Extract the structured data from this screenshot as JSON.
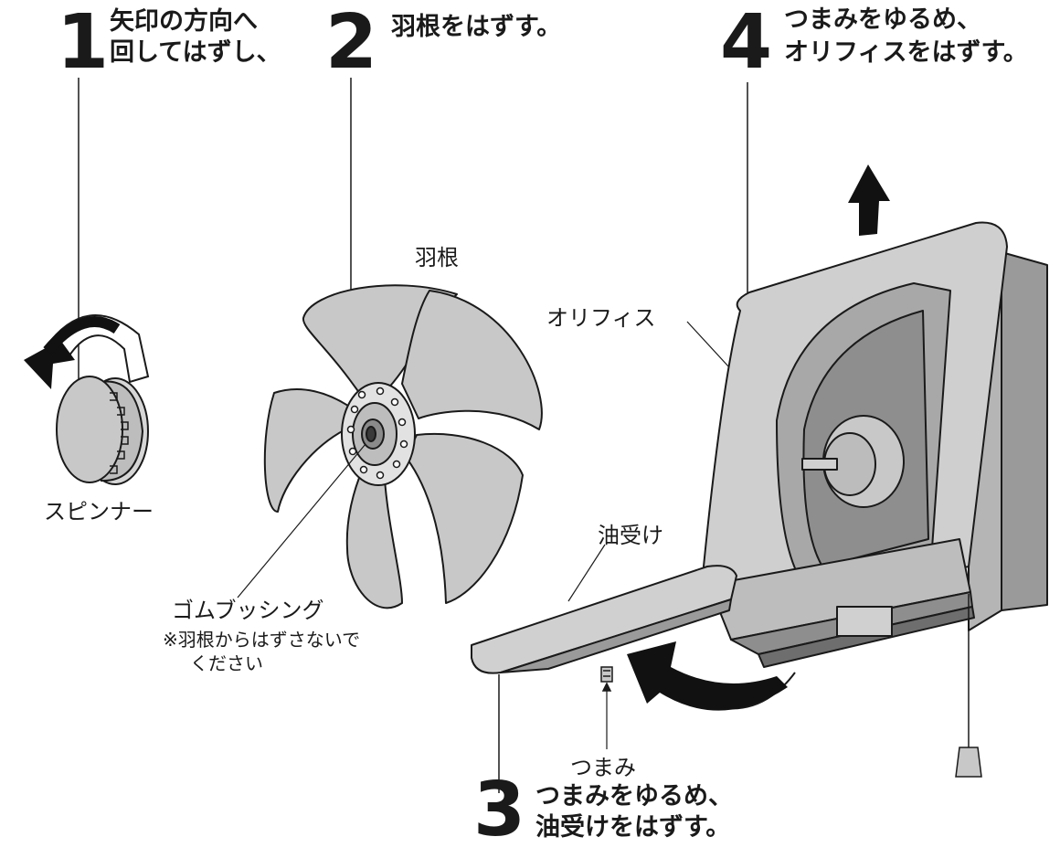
{
  "steps": [
    {
      "number": "1",
      "line1": "矢印の方向へ",
      "line2": "回してはずし、"
    },
    {
      "number": "2",
      "line1": "羽根をはずす。"
    },
    {
      "number": "3",
      "line1": "つまみをゆるめ、",
      "line2": "油受けをはずす。"
    },
    {
      "number": "4",
      "line1": "つまみをゆるめ、",
      "line2": "オリフィスをはずす。"
    }
  ],
  "labels": {
    "spinner": "スピンナー",
    "blade": "羽根",
    "rubber_bushing": "ゴムブッシング",
    "bushing_note_line1": "※羽根からはずさないで",
    "bushing_note_line2": "ください",
    "oil_tray": "油受け",
    "knob": "つまみ",
    "orifice": "オリフィス"
  },
  "colors": {
    "fill": "#c8c8c8",
    "fill_dark": "#9a9a9a",
    "stroke": "#1a1a1a"
  }
}
